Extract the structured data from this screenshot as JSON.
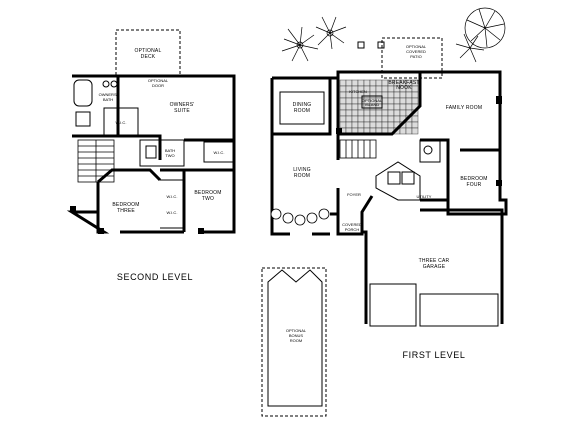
{
  "levels": {
    "second": "SECOND LEVEL",
    "first": "FIRST LEVEL"
  },
  "rooms": {
    "optional_deck": [
      "OPTIONAL",
      "DECK"
    ],
    "owners_bath": [
      "OWNERS'",
      "BATH"
    ],
    "owners_suite": [
      "OWNERS'",
      "SUITE"
    ],
    "optional_door": [
      "OPTIONAL",
      "DOOR"
    ],
    "wic": "W.I.C.",
    "bath_two": [
      "BATH",
      "TWO"
    ],
    "bedroom_three": [
      "BEDROOM",
      "THREE"
    ],
    "bedroom_two": [
      "BEDROOM",
      "TWO"
    ],
    "optional_covered_patio": [
      "OPTIONAL",
      "COVERED",
      "PATIO"
    ],
    "breakfast_nook": [
      "BREAKFAST",
      "NOOK"
    ],
    "kitchen": "KITCHEN",
    "optional_island": [
      "OPTIONAL",
      "ISLAND"
    ],
    "dining_room": [
      "DINING",
      "ROOM"
    ],
    "family_room": "FAMILY ROOM",
    "living_room": [
      "LIVING",
      "ROOM"
    ],
    "bedroom_four": [
      "BEDROOM",
      "FOUR"
    ],
    "foyer": "FOYER",
    "utility": "UTILITY",
    "covered_porch": [
      "COVERED",
      "PORCH"
    ],
    "three_car_garage": [
      "THREE CAR",
      "GARAGE"
    ],
    "optional_bonus_room": [
      "OPTIONAL",
      "BONUS",
      "ROOM"
    ]
  }
}
